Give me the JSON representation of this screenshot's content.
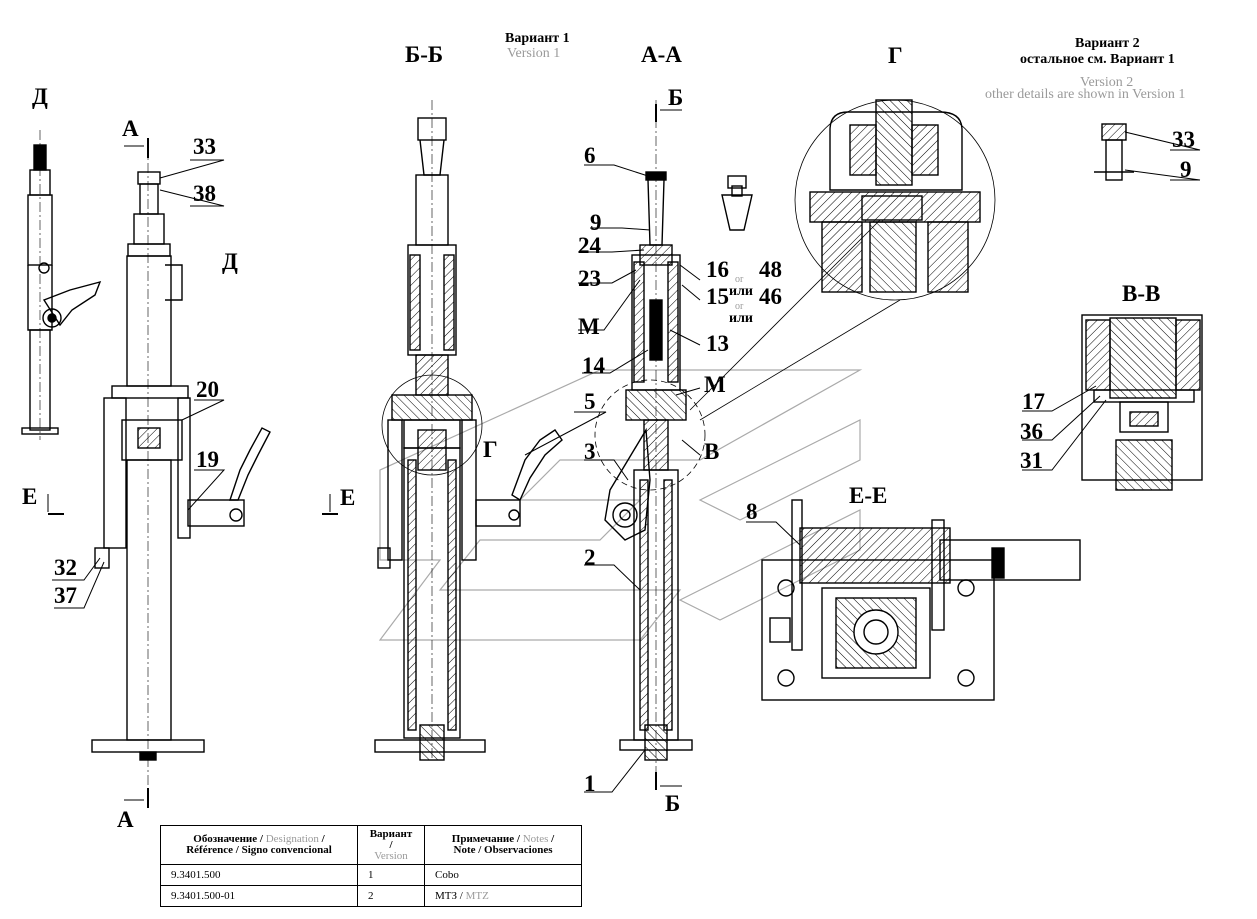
{
  "headers": {
    "variant1_ru": "Вариант 1",
    "variant1_en": "Version 1",
    "variant2_ru": "Вариант 2",
    "variant2_note_ru": "остальное см. Вариант 1",
    "variant2_en": "Version 2",
    "variant2_note_en": "other details are shown in Version 1"
  },
  "sections": {
    "bb": "Б-Б",
    "aa": "А-А",
    "g": "Г",
    "d": "Д",
    "vv": "В-В",
    "ee": "Е-Е"
  },
  "markers": {
    "a": "А",
    "b": "Б",
    "d": "Д",
    "e": "Е",
    "g": "Г",
    "v": "В",
    "m": "М"
  },
  "parts": {
    "p33": "33",
    "p38": "38",
    "p20": "20",
    "p19": "19",
    "p32": "32",
    "p37": "37",
    "p6": "6",
    "p9": "9",
    "p24": "24",
    "p23": "23",
    "p14": "14",
    "p5": "5",
    "p3": "3",
    "p2": "2",
    "p1": "1",
    "p16": "16",
    "p48": "48",
    "p15": "15",
    "p46": "46",
    "p13": "13",
    "p8": "8",
    "p17": "17",
    "p36": "36",
    "p31": "31",
    "ili": "или",
    "or": "or"
  },
  "table": {
    "headers": [
      {
        "main": "Обозначение",
        "alt": "Designation",
        "main2": "Référence / Signo convencional"
      },
      {
        "main": "Вариант",
        "alt": "Version",
        "main2": ""
      },
      {
        "main": "Примечание",
        "alt": "Notes",
        "main2": "Note / Observaciones"
      }
    ],
    "rows": [
      {
        "designation": "9.3401.500",
        "version": "1",
        "note_main": "Cobo",
        "note_alt": ""
      },
      {
        "designation": "9.3401.500-01",
        "version": "2",
        "note_main": "МТЗ",
        "note_alt": "MTZ"
      }
    ]
  }
}
